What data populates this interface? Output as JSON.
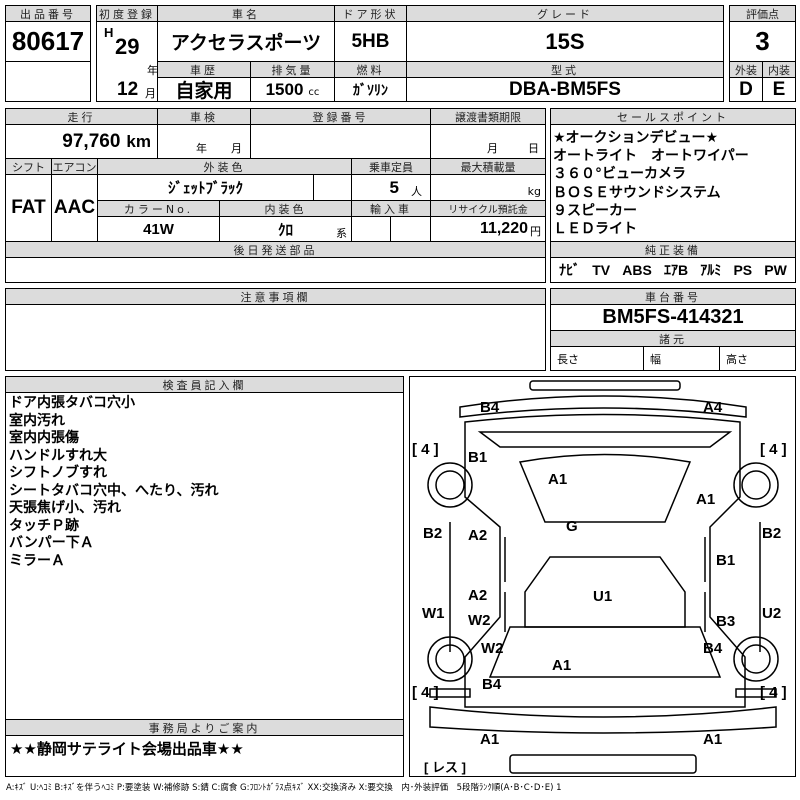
{
  "lot": {
    "label": "出品番号",
    "value": "80617"
  },
  "first_reg": {
    "label": "初度登録",
    "era": "H",
    "year": "29",
    "year_unit": "年",
    "month": "12",
    "month_unit": "月"
  },
  "car_name": {
    "label": "車名",
    "value": "アクセラスポーツ"
  },
  "door": {
    "label": "ドア形状",
    "value": "5HB"
  },
  "grade": {
    "label": "グレード",
    "value": "15S"
  },
  "history": {
    "label": "車歴",
    "value": "自家用"
  },
  "displacement": {
    "label": "排気量",
    "value": "1500",
    "unit": "cc"
  },
  "fuel": {
    "label": "燃料",
    "value": "ｶﾞｿﾘﾝ"
  },
  "model": {
    "label": "型式",
    "value": "DBA-BM5FS"
  },
  "score": {
    "label": "評価点",
    "value": "3",
    "ext_label": "外装",
    "ext": "D",
    "int_label": "内装",
    "int": "E"
  },
  "mileage": {
    "label": "走行",
    "value": "97,760",
    "unit": "km"
  },
  "inspection": {
    "label": "車検",
    "year_unit": "年",
    "month_unit": "月"
  },
  "reg_no": {
    "label": "登録番号"
  },
  "transfer": {
    "label": "譲渡書類期限",
    "month_unit": "月",
    "day_unit": "日"
  },
  "shift": {
    "label": "シフト",
    "value": "FAT"
  },
  "ac": {
    "label": "エアコン",
    "value": "AAC"
  },
  "ext_color": {
    "label": "外装色",
    "value": "ｼﾞｪｯﾄﾌﾞﾗｯｸ"
  },
  "capacity": {
    "label": "乗車定員",
    "value": "5",
    "unit": "人"
  },
  "max_load": {
    "label": "最大積載量",
    "unit": "kg"
  },
  "color_no": {
    "label": "カラーNo.",
    "value": "41W"
  },
  "int_color": {
    "label": "内装色",
    "value": "ｸﾛ",
    "unit": "系"
  },
  "import": {
    "label": "輸入車"
  },
  "recycle": {
    "label": "リサイクル預託金",
    "value": "11,220",
    "unit": "円"
  },
  "later_parts": {
    "label": "後日発送部品"
  },
  "sales_points": {
    "label": "セールスポイント",
    "items": [
      "★オークションデビュー★",
      "オートライト　オートワイパー",
      "３６０°ビューカメラ",
      "ＢＯＳＥサウンドシステム",
      "９スピーカー",
      "ＬＥＤライト"
    ]
  },
  "equipment": {
    "label": "純正装備",
    "items": [
      "ﾅﾋﾞ",
      "TV",
      "ABS",
      "ｴｱB",
      "ｱﾙﾐ",
      "PS",
      "PW"
    ]
  },
  "notes": {
    "label": "注意事項欄"
  },
  "chassis": {
    "label": "車台番号",
    "value": "BM5FS-414321"
  },
  "specs": {
    "label": "諸元",
    "length": "長さ",
    "width": "幅",
    "height": "高さ"
  },
  "inspector": {
    "label": "検査員記入欄",
    "items": [
      "ドア内張タバコ穴小",
      "室内汚れ",
      "室内内張傷",
      "ハンドルすれ大",
      "シフトノブすれ",
      "シートタバコ穴中、へたり、汚れ",
      "天張焦げ小、汚れ",
      "タッチＰ跡",
      "バンパー下Ａ",
      "ミラーＡ"
    ]
  },
  "office": {
    "label": "事務局よりご案内",
    "value": "★★静岡サテライト会場出品車★★"
  },
  "diagram": {
    "marks": [
      "B4",
      "A4",
      "B1",
      "A1",
      "A1",
      "G",
      "B2",
      "A2",
      "A2",
      "B1",
      "B2",
      "U1",
      "W1",
      "W2",
      "B3",
      "U2",
      "W2",
      "B4",
      "A1",
      "B4",
      "A1",
      "A1"
    ],
    "tires": [
      "4",
      "4",
      "4",
      "4"
    ],
    "spare": "レス"
  },
  "legend": "A:ｷｽﾞ U:ﾍｺﾐ B:ｷｽﾞを伴うﾍｺﾐ P:要塗装 W:補修跡 S:錆 C:腐食 G:ﾌﾛﾝﾄｶﾞﾗｽ点ｷｽﾞ XX:交換済み X:要交換　内･外装評価　5段階ﾗﾝｸ順(A･B･C･D･E) 1"
}
